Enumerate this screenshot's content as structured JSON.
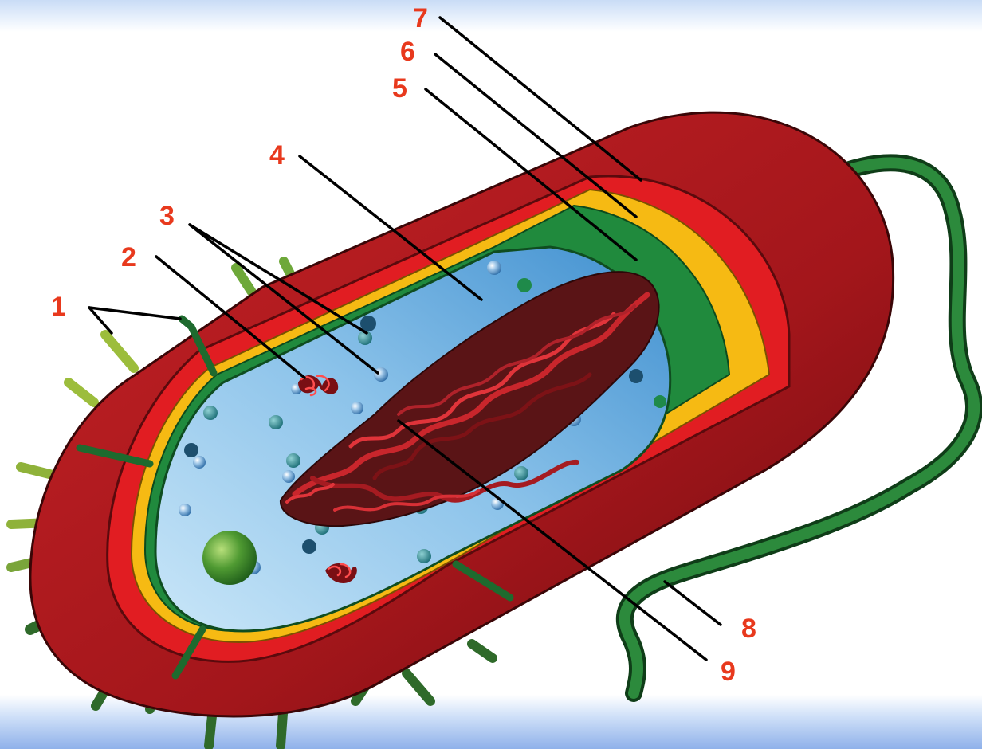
{
  "labels": [
    {
      "id": "1",
      "text": "1"
    },
    {
      "id": "2",
      "text": "2"
    },
    {
      "id": "3",
      "text": "3"
    },
    {
      "id": "4",
      "text": "4"
    },
    {
      "id": "5",
      "text": "5"
    },
    {
      "id": "6",
      "text": "6"
    },
    {
      "id": "7",
      "text": "7"
    },
    {
      "id": "8",
      "text": "8"
    },
    {
      "id": "9",
      "text": "9"
    }
  ],
  "colors": {
    "capsule": "#a4151b",
    "cell_wall": "#e11d22",
    "periplasm": "#f7b500",
    "membrane": "#1f8a3a",
    "cytoplasm": "#a9d4f0",
    "nucleoid": "#9e1b1f",
    "label": "#e8391d",
    "leader_line": "#000000"
  },
  "icons": [
    "pilus-icon",
    "flagellum-icon",
    "ribosome-icon",
    "plasmid-icon",
    "nucleoid-icon",
    "granule-icon"
  ]
}
